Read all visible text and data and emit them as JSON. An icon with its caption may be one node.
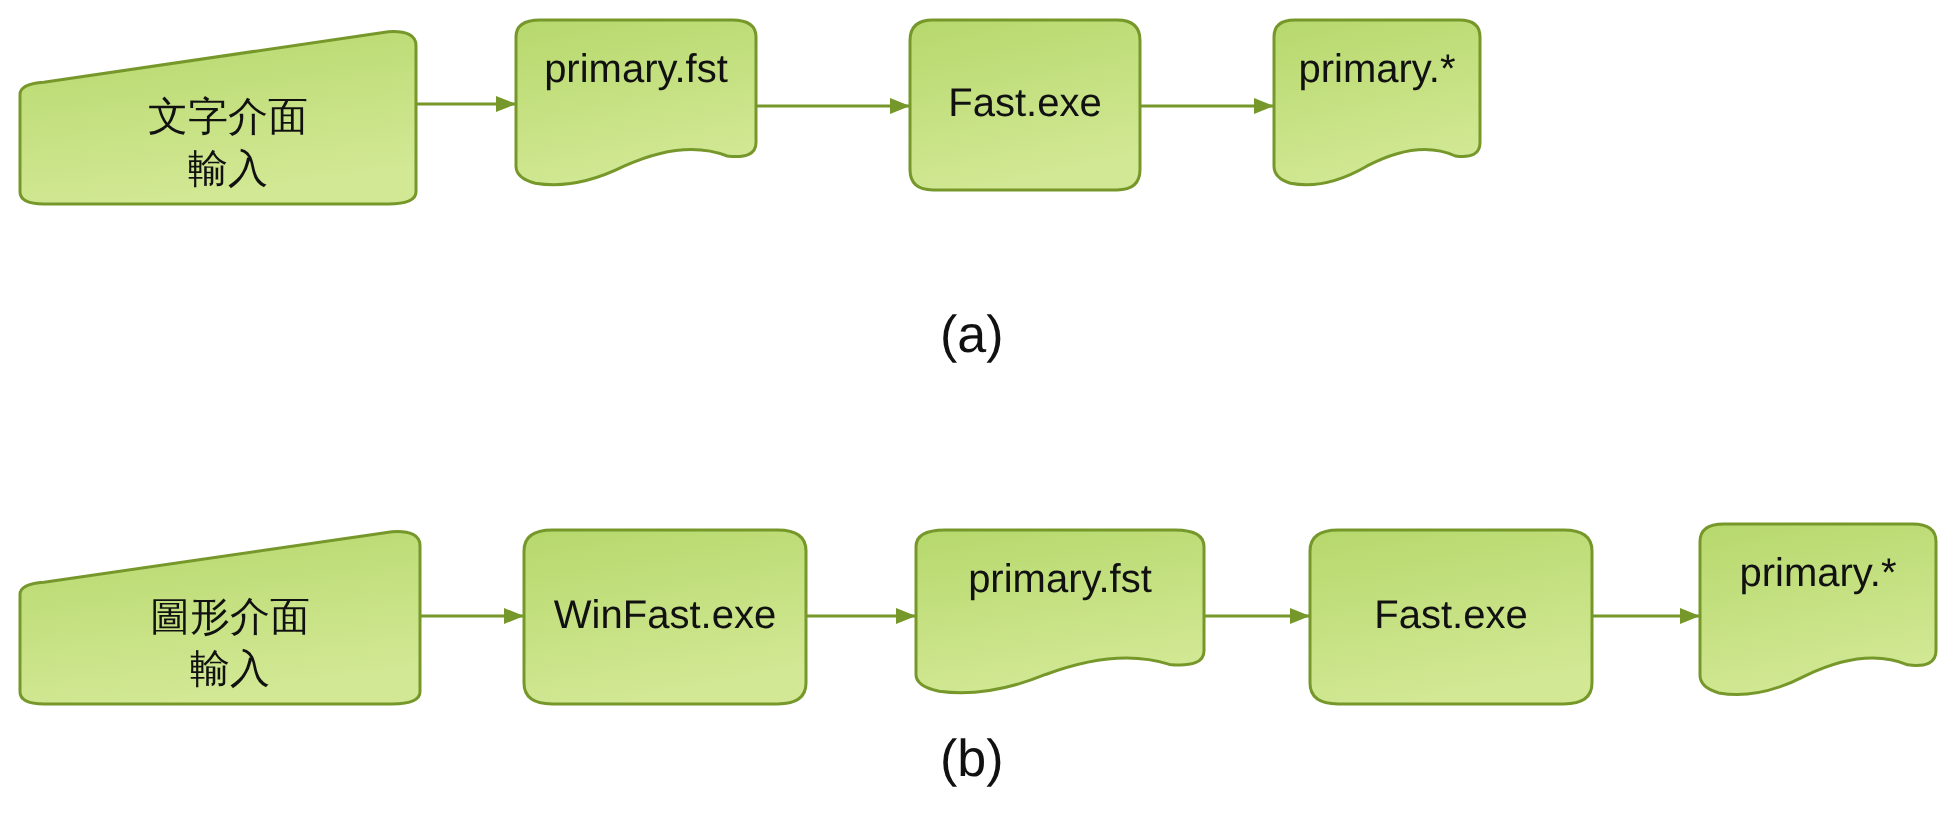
{
  "diagram": {
    "nodes": [
      {
        "text": [
          "文字介面輸入"
        ]
      },
      {
        "text": [
          "primary.fst"
        ]
      },
      {
        "text": [
          "Fast.exe"
        ]
      },
      {
        "text": [
          "primary.*"
        ]
      },
      {
        "text": [
          "圖形介面輸入"
        ]
      },
      {
        "text": [
          "WinFast.exe"
        ]
      },
      {
        "text": [
          "primary.fst"
        ]
      },
      {
        "text": [
          "Fast.exe"
        ]
      },
      {
        "text": [
          "primary.*"
        ]
      }
    ],
    "edges": [
      {
        "from": 0,
        "to": 1,
        "arrow": "to"
      },
      {
        "from": 1,
        "to": 2,
        "arrow": "to"
      },
      {
        "from": 2,
        "to": 3,
        "arrow": "to"
      },
      {
        "from": 4,
        "to": 5,
        "arrow": "to"
      },
      {
        "from": 5,
        "to": 6,
        "arrow": "to"
      },
      {
        "from": 6,
        "to": 7,
        "arrow": "to"
      },
      {
        "from": 7,
        "to": 8,
        "arrow": "to"
      }
    ],
    "labels": [
      "(a)",
      "(b)"
    ]
  }
}
